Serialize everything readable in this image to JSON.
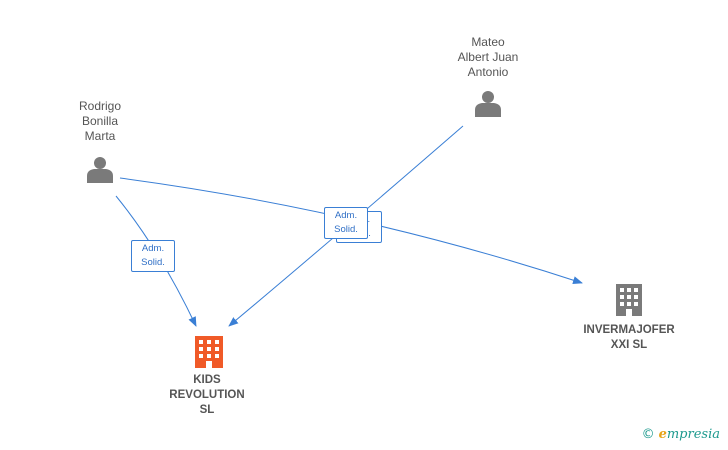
{
  "people": [
    {
      "id": "rodrigo",
      "name": "Rodrigo\nBonilla\nMarta"
    },
    {
      "id": "mateo",
      "name": "Mateo\nAlbert Juan\nAntonio"
    }
  ],
  "companies": [
    {
      "id": "kids",
      "name": "KIDS\nREVOLUTION\nSL",
      "color": "#f05a28"
    },
    {
      "id": "invermajofer",
      "name": "INVERMAJOFER\nXXI SL",
      "color": "#7a7a7a"
    }
  ],
  "relations": [
    {
      "from": "rodrigo",
      "to": "kids",
      "label": "Adm.\nSolid."
    },
    {
      "from": "rodrigo",
      "to": "invermajofer",
      "label": "Adm.\nSolid."
    },
    {
      "from": "mateo",
      "to": "kids",
      "label": "Adm.\nSolid."
    }
  ],
  "colors": {
    "edge": "#3a7fd5",
    "person_icon": "#7a7a7a"
  },
  "brand": {
    "copyright": "©",
    "initial": "e",
    "rest": "mpresia"
  }
}
